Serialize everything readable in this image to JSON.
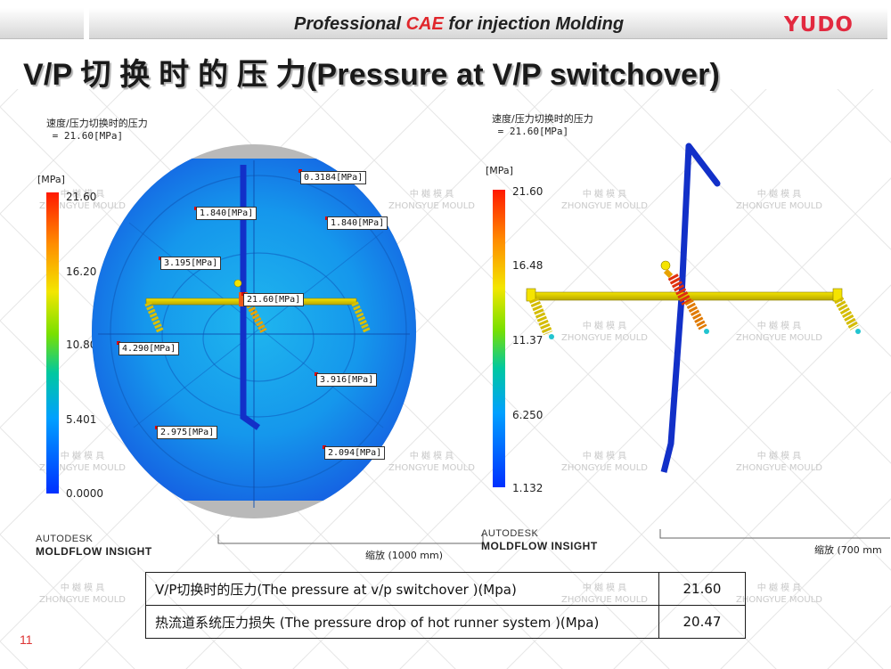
{
  "header": {
    "tagline_before": "Professional ",
    "tagline_accent": "CAE",
    "tagline_after": " for injection Molding",
    "brand": "YUDO",
    "accent_color": "#e0262b"
  },
  "slide_title": "V/P 切 换 时 的 压 力(Pressure at V/P switchover)",
  "left_view": {
    "caption_line1": "速度/压力切换时的压力",
    "caption_line2": " = 21.60[MPa]",
    "unit": "[MPa]",
    "scale_ticks": [
      "21.60",
      "16.20",
      "10.80",
      "5.401",
      "0.0000"
    ],
    "probes": [
      "0.3184[MPa]",
      "1.840[MPa]",
      "1.840[MPa]",
      "3.195[MPa]",
      "21.60[MPa]",
      "4.290[MPa]",
      "3.916[MPa]",
      "2.975[MPa]",
      "2.094[MPa]"
    ],
    "autodesk": "AUTODESK",
    "moldflow": "MOLDFLOW INSIGHT",
    "scale_label": "缩放 (1000 mm)"
  },
  "right_view": {
    "caption_line1": "速度/压力切换时的压力",
    "caption_line2": " = 21.60[MPa]",
    "unit": "[MPa]",
    "scale_ticks": [
      "21.60",
      "16.48",
      "11.37",
      "6.250",
      "1.132"
    ],
    "autodesk": "AUTODESK",
    "moldflow": "MOLDFLOW INSIGHT",
    "scale_label": "缩放 (700 mm"
  },
  "watermark": {
    "cn": "中 樾 模 具",
    "en": "ZHONGYUE MOULD"
  },
  "table": {
    "rows": [
      {
        "label": "V/P切换时的压力(The pressure at  v/p switchover )(Mpa)",
        "value": "21.60"
      },
      {
        "label": "热流道系统压力损失  (The pressure drop of hot runner system )(Mpa)",
        "value": "20.47"
      }
    ]
  },
  "page_number": "11"
}
